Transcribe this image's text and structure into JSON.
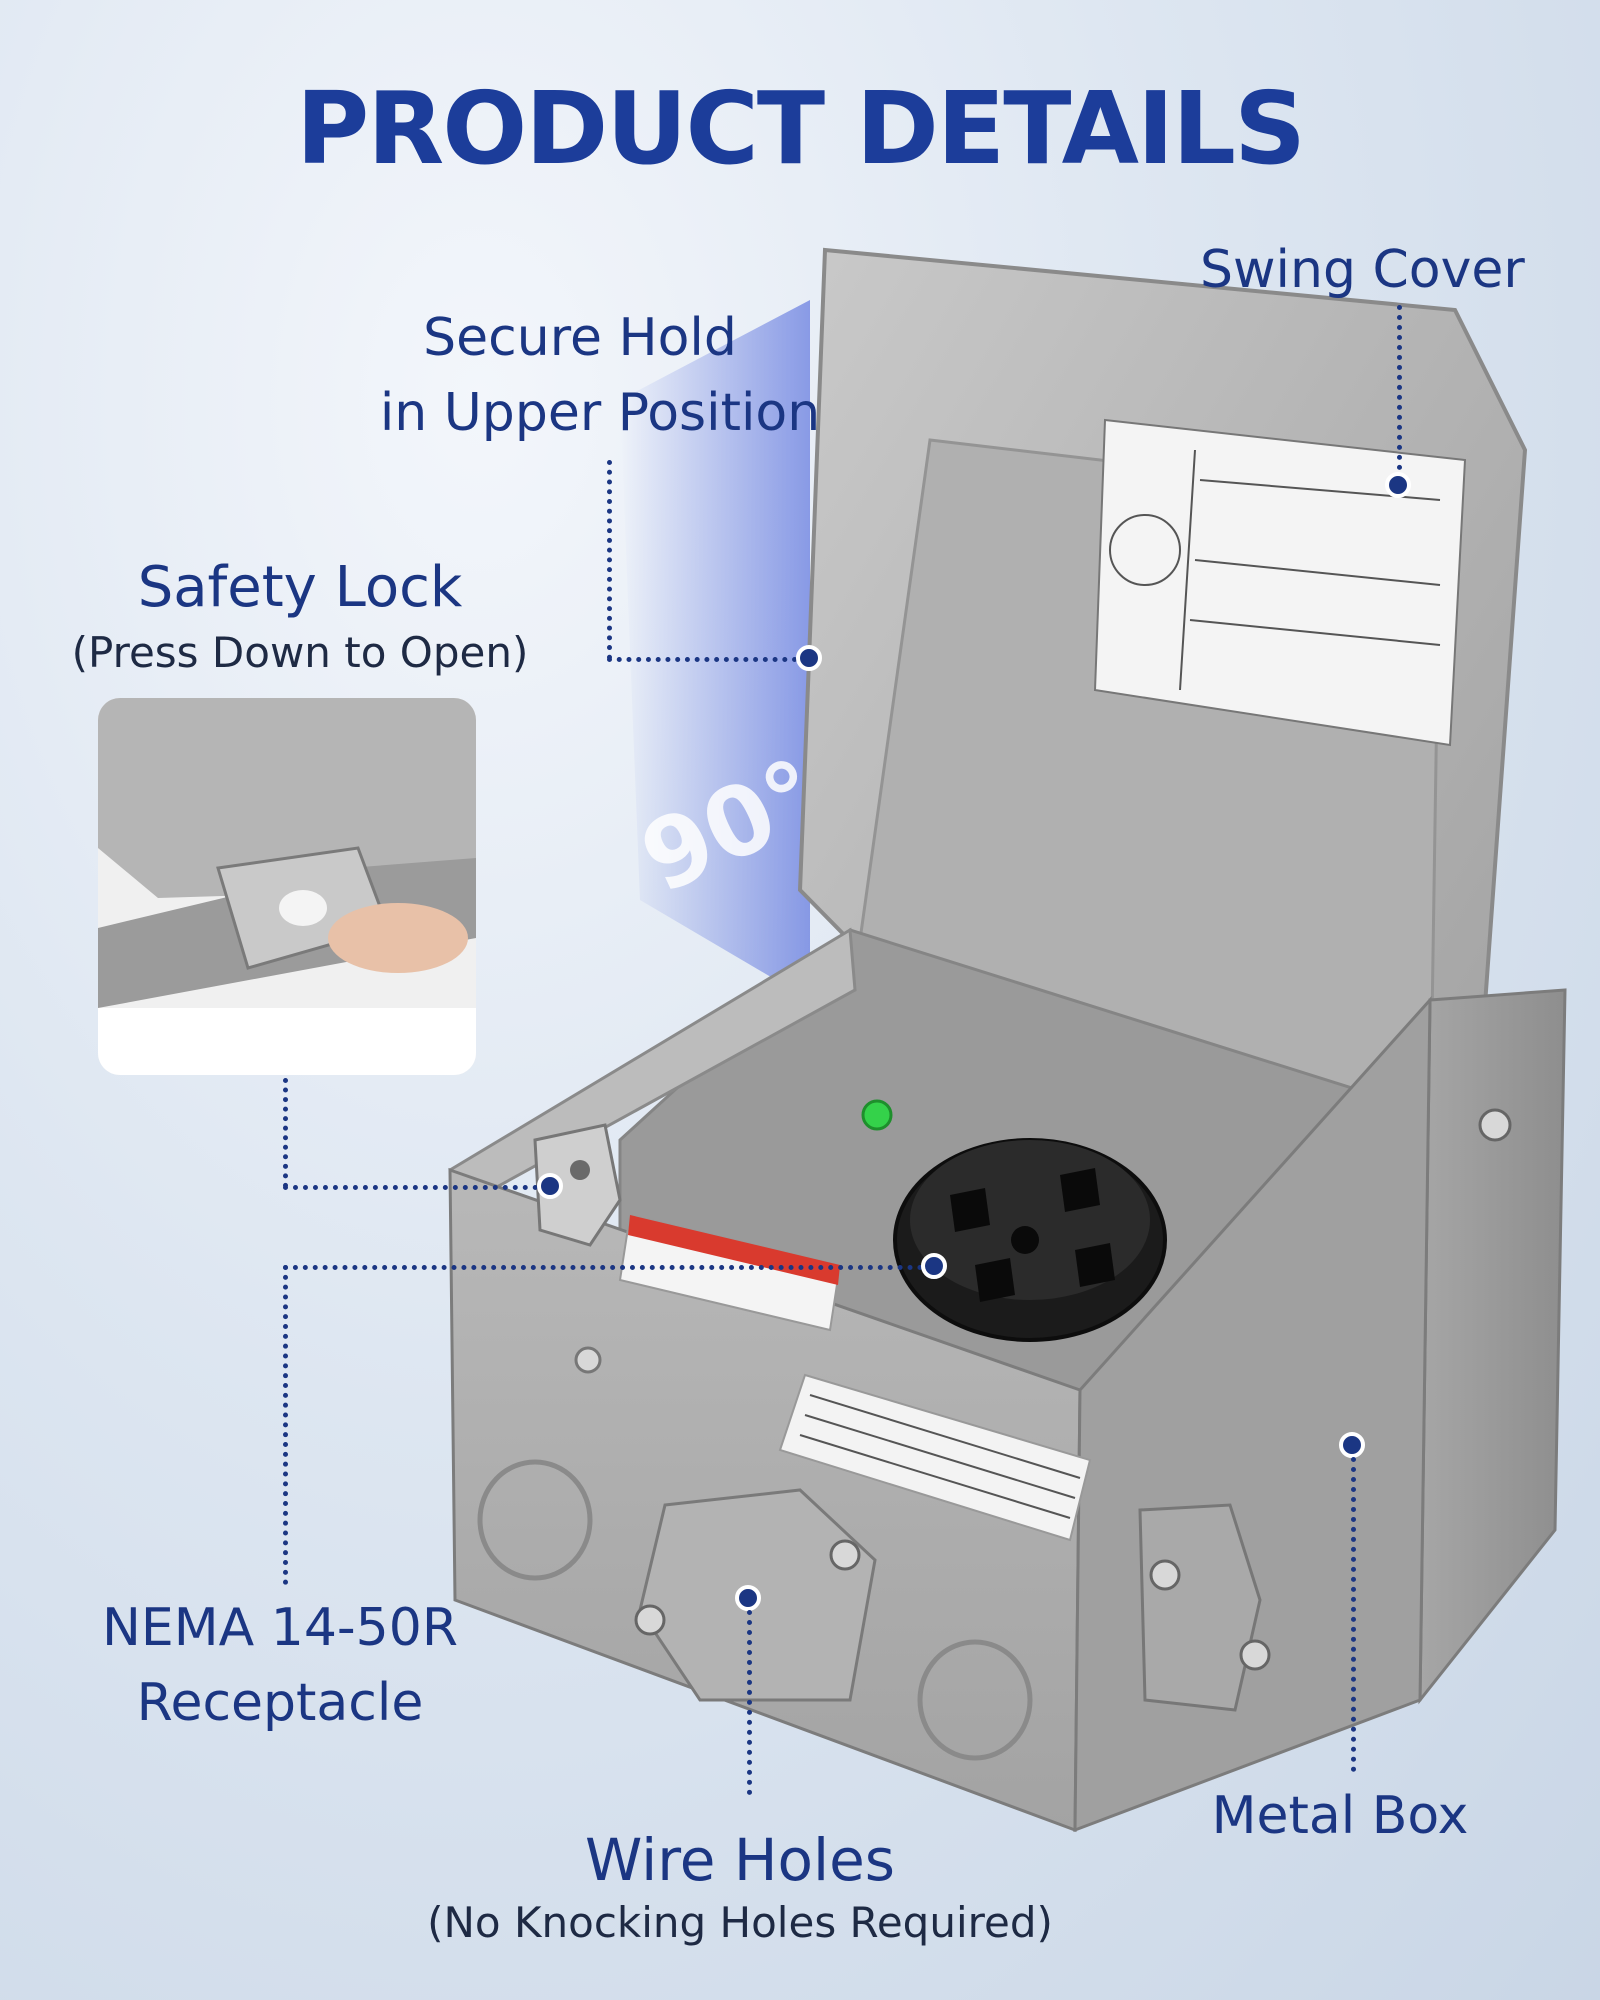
{
  "heading": "PRODUCT DETAILS",
  "angle": "90°",
  "callouts": {
    "swing_cover": "Swing Cover",
    "secure_hold_line1": "Secure Hold",
    "secure_hold_line2": "in Upper Position",
    "safety_lock": "Safety Lock",
    "safety_lock_note": "(Press Down to Open)",
    "receptacle_line1": "NEMA 14-50R",
    "receptacle_line2": "Receptacle",
    "metal_box": "Metal Box",
    "wire_holes": "Wire Holes",
    "wire_holes_note": "(No Knocking Holes Required)"
  },
  "colors": {
    "label": "#1b3683",
    "box": "#a9a9a9",
    "receptacle": "#1b1b1b",
    "indicator": "#34d24a"
  }
}
